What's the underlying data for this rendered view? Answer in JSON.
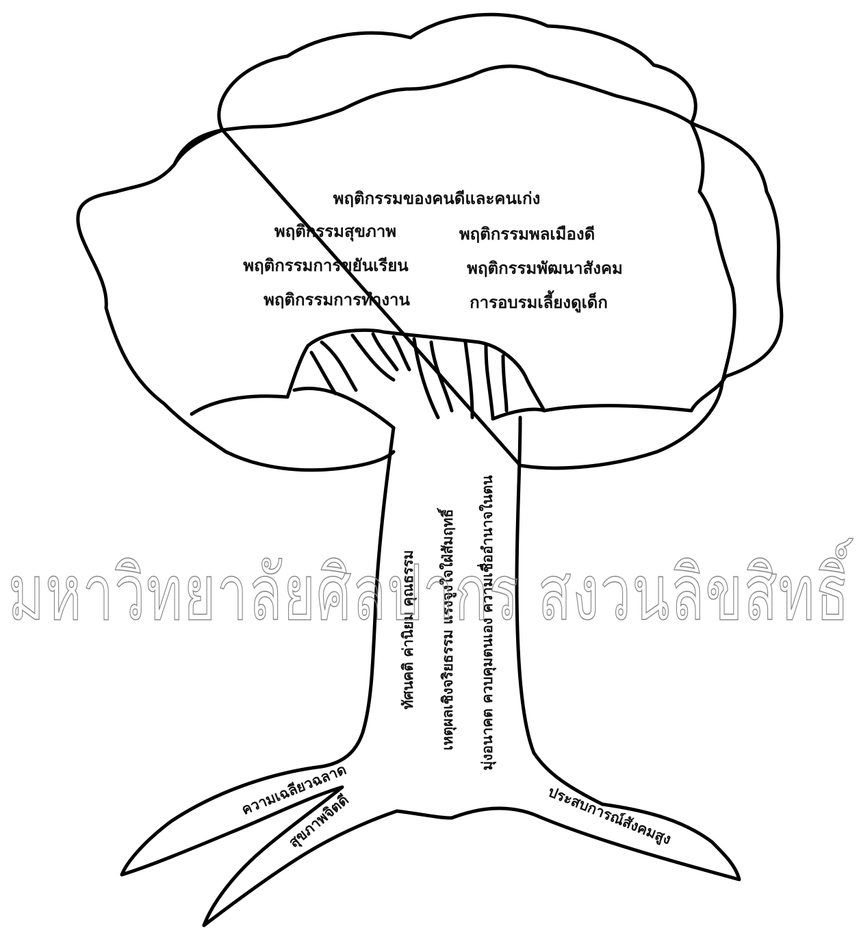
{
  "crown": {
    "title": "พฤติกรรมของคนดีและคนเก่ง",
    "left_items": [
      "พฤติกรรมสุขภาพ",
      "พฤติกรรมการขยันเรียน",
      "พฤติกรรมการทำงาน"
    ],
    "right_items": [
      "พฤติกรรมพลเมืองดี",
      "พฤติกรรมพัฒนาสังคม",
      "การอบรมเลี้ยงดูเด็ก"
    ]
  },
  "trunk": {
    "line1": "ทัศนคติ  ค่านิยม  คุณธรรม",
    "line2": "เหตุผลเชิงจริยธรรม  แรงจูงใจใฝ่สัมฤทธิ์",
    "line3": "มุ่งอนาคต  ควบคุมตนเอง  ความเชื่ออำนาจในตน"
  },
  "roots": {
    "left_upper": "ความเฉลียวฉลาด",
    "left_lower": "สุขภาพจิตดี",
    "right": "ประสบการณ์สังคมสูง"
  },
  "watermark": {
    "text": "มหาวิทยาลัยศิลปากร สงวนลิขสิทธิ์"
  }
}
